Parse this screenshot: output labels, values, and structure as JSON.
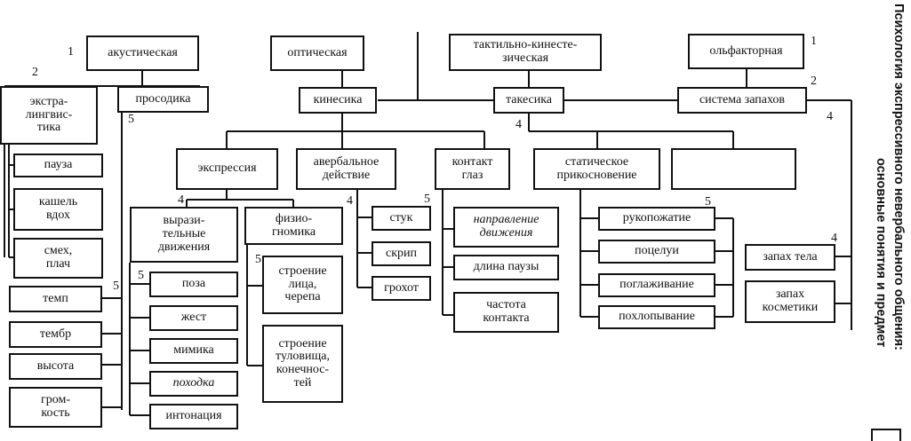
{
  "title": {
    "line1": "Психология экспрессивного невербального общения:",
    "line2": "основные понятия и предмет"
  },
  "boxes": {
    "akusticheskaya": "акустическая",
    "opticheskaya": "оптическая",
    "taktilnaya": "тактильно-кинесте-\nзическая",
    "olfaktornaya": "ольфакторная",
    "ekstralingvistika": "экстра-\nлингвис-\nтика",
    "prosodika": "просодика",
    "kinesika": "кинесика",
    "takesika": "такесика",
    "sistema_zapakhov": "система запахов",
    "pauza": "пауза",
    "kashel": "кашель\nвдох",
    "smekh": "смех,\nплач",
    "temp": "темп",
    "tembr": "тембр",
    "vysota": "высота",
    "gromkost": "гром-\nкость",
    "ekspressiya": "экспрессия",
    "averbalnoe": "авербальное\nдействие",
    "kontakt_glaz": "контакт\nглаз",
    "staticheskoe": "статическое\nприкосновение",
    "blank": "",
    "vyrazitelnye": "вырази-\nтельные\nдвижения",
    "fiziognomika": "физио-\nгномика",
    "stuk": "стук",
    "skrip": "скрип",
    "grokhot": "грохот",
    "napravlenie": "направление\nдвижения",
    "dlina_pauzy": "длина паузы",
    "chastota": "частота\nконтакта",
    "rukopozhatie": "рукопожатие",
    "potselui": "поцелуи",
    "poglazhivanie": "поглаживание",
    "pokhlopyvanie": "похлопывание",
    "zapakh_tela": "запах тела",
    "zapakh_kosmetiki": "запах\nкосметики",
    "poza": "поза",
    "zhest": "жест",
    "mimika": "мимика",
    "pokhodka": "походка",
    "intonatsiya": "интонация",
    "stroenie_litsa": "строение\nлица,\nчерепа",
    "stroenie_tulovishcha": "строение\nтуловища,\nконечнос-\nтей"
  },
  "level_numbers": {
    "n1_akust": "1",
    "n1_olf": "1",
    "n2_left": "2",
    "n2_right": "2",
    "n4_right": "4",
    "n4_takesika": "4",
    "n4_ekspr": "4",
    "n4_averb": "4",
    "n4_zapakh": "4",
    "n5_prosodika": "5",
    "n5_temp": "5",
    "n5_poza": "5",
    "n5_stroenie": "5",
    "n5_stuk": "5",
    "n5_ruko": "5"
  }
}
